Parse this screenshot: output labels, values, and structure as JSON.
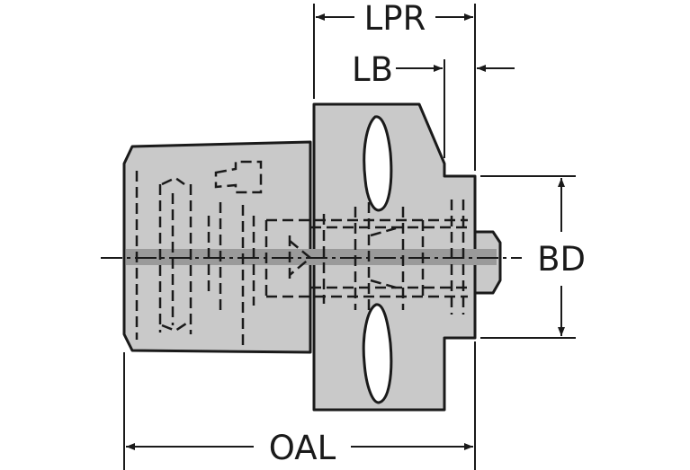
{
  "dimensions": {
    "lpr": "LPR",
    "lb": "LB",
    "bd": "BD",
    "oal": "OAL"
  },
  "colors": {
    "body_fill": "#c9c9c9",
    "centerline_band": "#9a9a9a",
    "outline": "#1a1a1a",
    "background": "#ffffff"
  }
}
